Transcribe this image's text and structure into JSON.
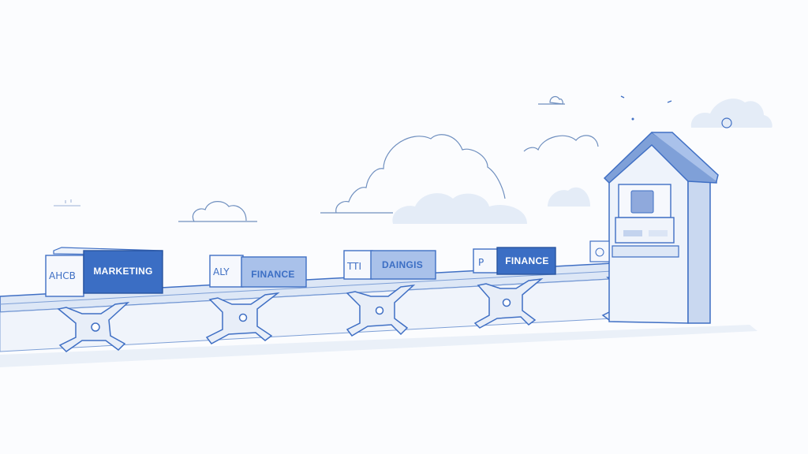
{
  "scene": {
    "description": "Hand-drawn sketch of a conveyor belt carrying labeled boxes toward a small house-like booth",
    "colors": {
      "background": "#fbfcfe",
      "ink": "#3f6fc4",
      "dark_box": "#3b6ec4",
      "light_box": "#a9c1ea",
      "pale": "#dde7f6",
      "cloud_fill": "#e4ecf7"
    }
  },
  "boxes": [
    {
      "side_label": "AHCB",
      "front_label": "MARKETING",
      "style": "dark"
    },
    {
      "side_label": "ALY",
      "front_label": "FINANCE",
      "style": "light"
    },
    {
      "side_label": "TTI",
      "front_label": "DAINGIS",
      "style": "light"
    },
    {
      "side_label": "P",
      "front_label": "FINANCE",
      "style": "dark"
    }
  ],
  "booth": {
    "icon": "house-booth-icon"
  },
  "sky": {
    "clouds": 6,
    "birds": 3
  }
}
